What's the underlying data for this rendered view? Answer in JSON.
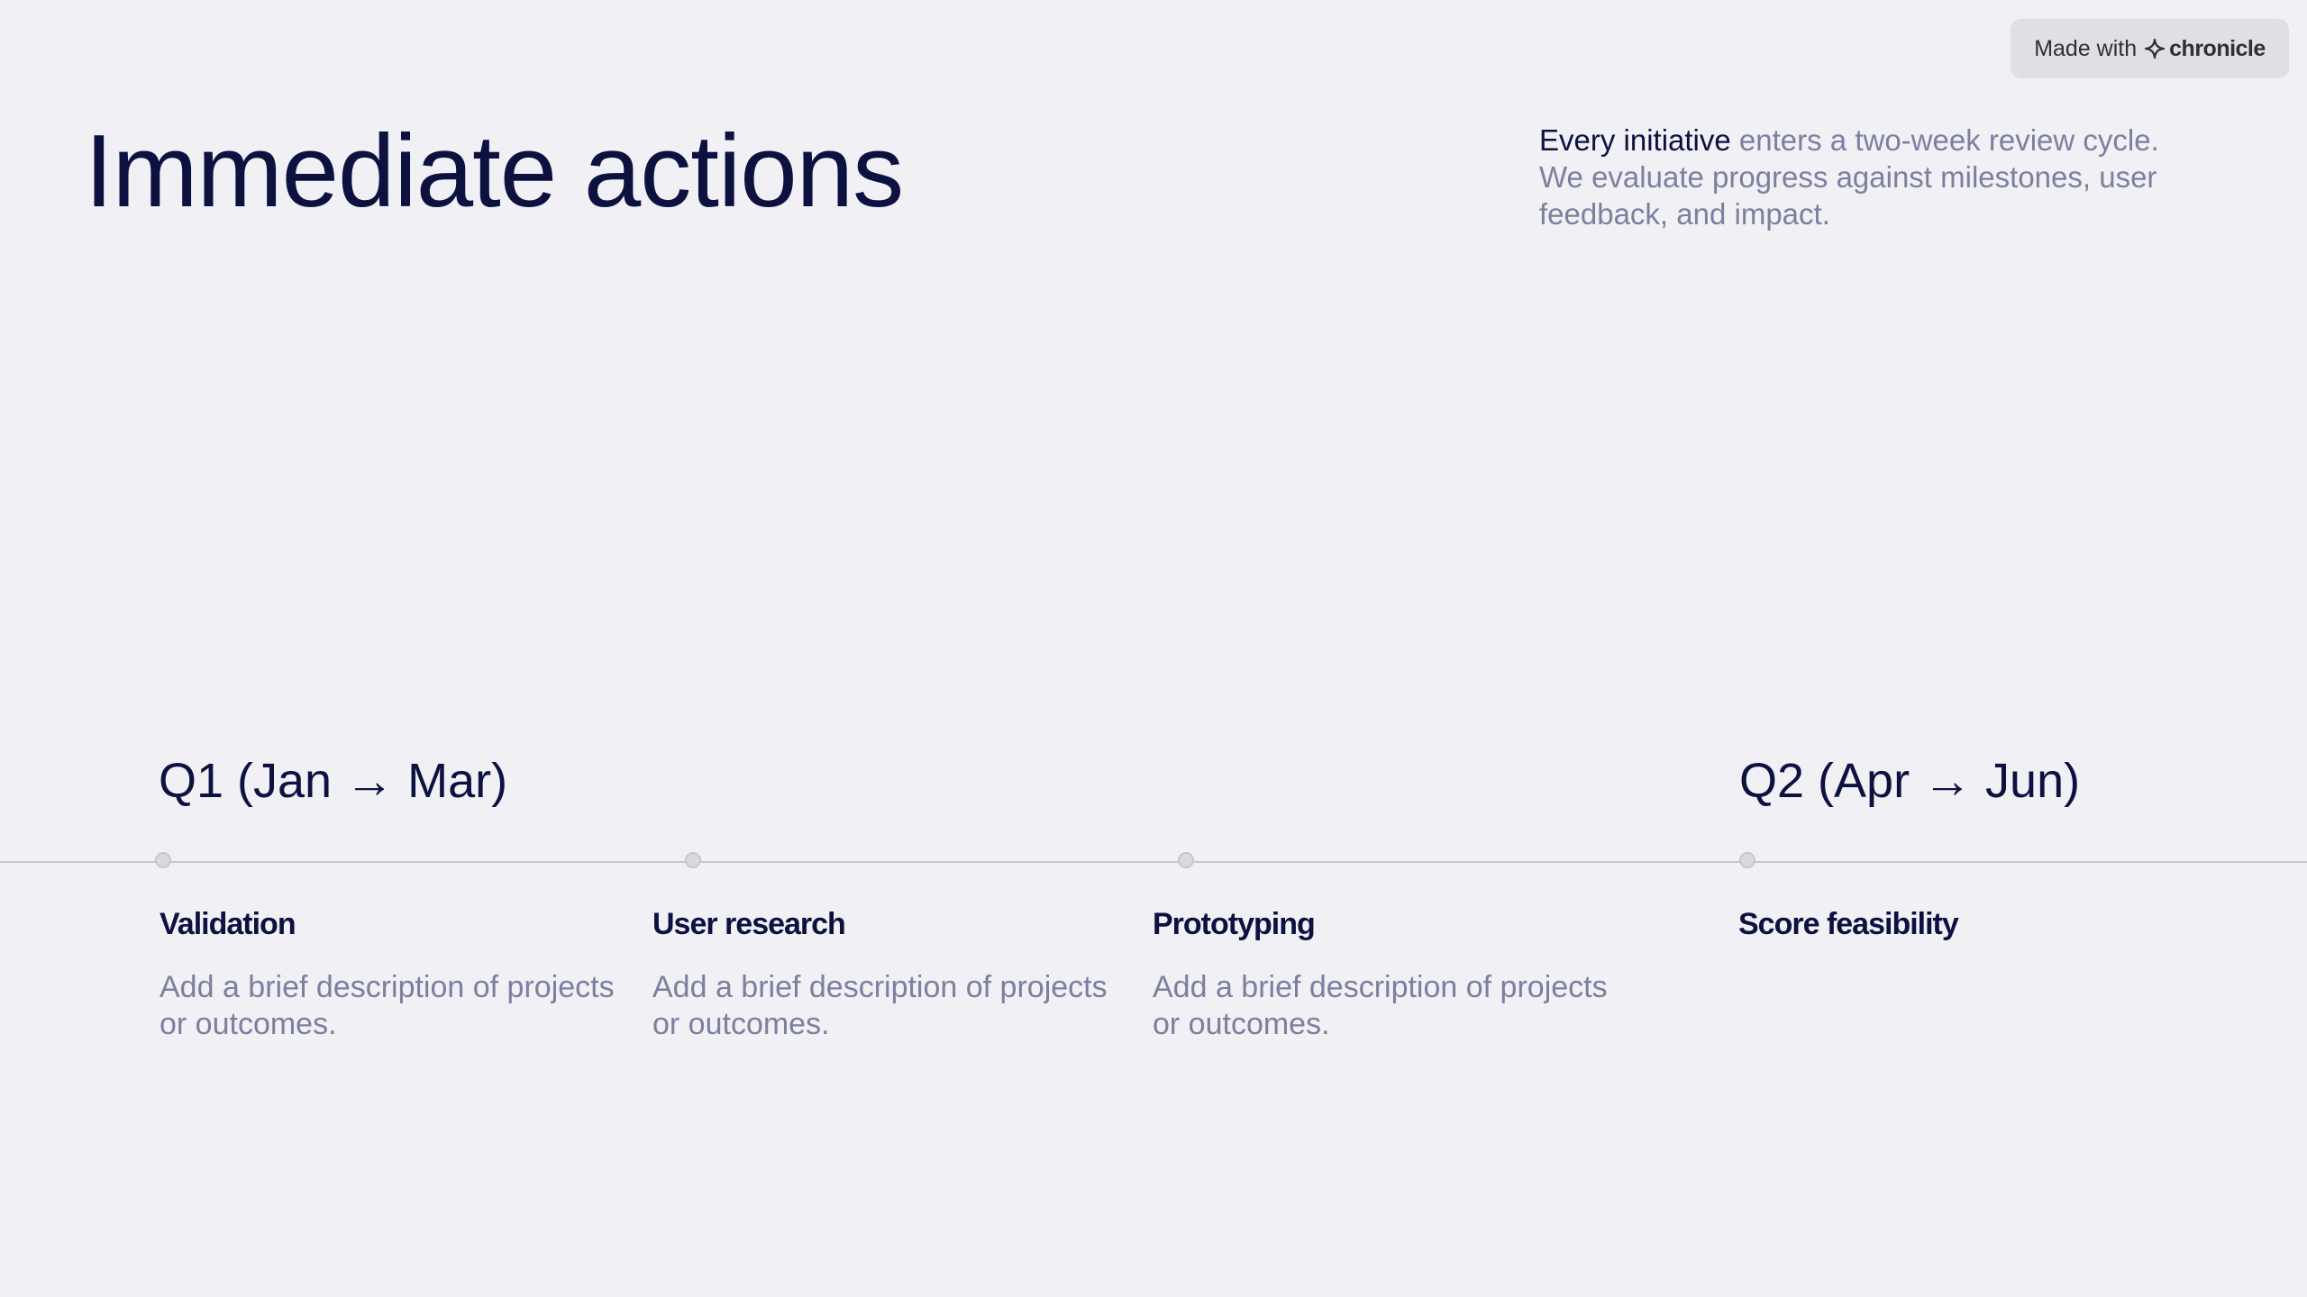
{
  "badge": {
    "prefix": "Made with",
    "brand": "chronicle",
    "icon": "sparkle-icon"
  },
  "title": "Immediate actions",
  "intro": {
    "strong": "Every initiative",
    "rest": " enters a two-week review cycle. We evaluate progress against milestones, user feedback, and impact."
  },
  "quarters": [
    {
      "label": "Q1 (Jan → Mar)"
    },
    {
      "label": "Q2 (Apr → Jun)"
    }
  ],
  "phases": [
    {
      "title": "Validation",
      "desc": "Add a brief description of projects or outcomes."
    },
    {
      "title": "User research",
      "desc": "Add a brief description of projects or outcomes."
    },
    {
      "title": "Prototyping",
      "desc": "Add a brief description of projects or outcomes."
    },
    {
      "title": "Score feasibility",
      "desc": ""
    }
  ],
  "colors": {
    "background": "#f0f0f5",
    "heading": "#0d1140",
    "muted": "#7c7f9e",
    "line": "#c6c6cc"
  }
}
